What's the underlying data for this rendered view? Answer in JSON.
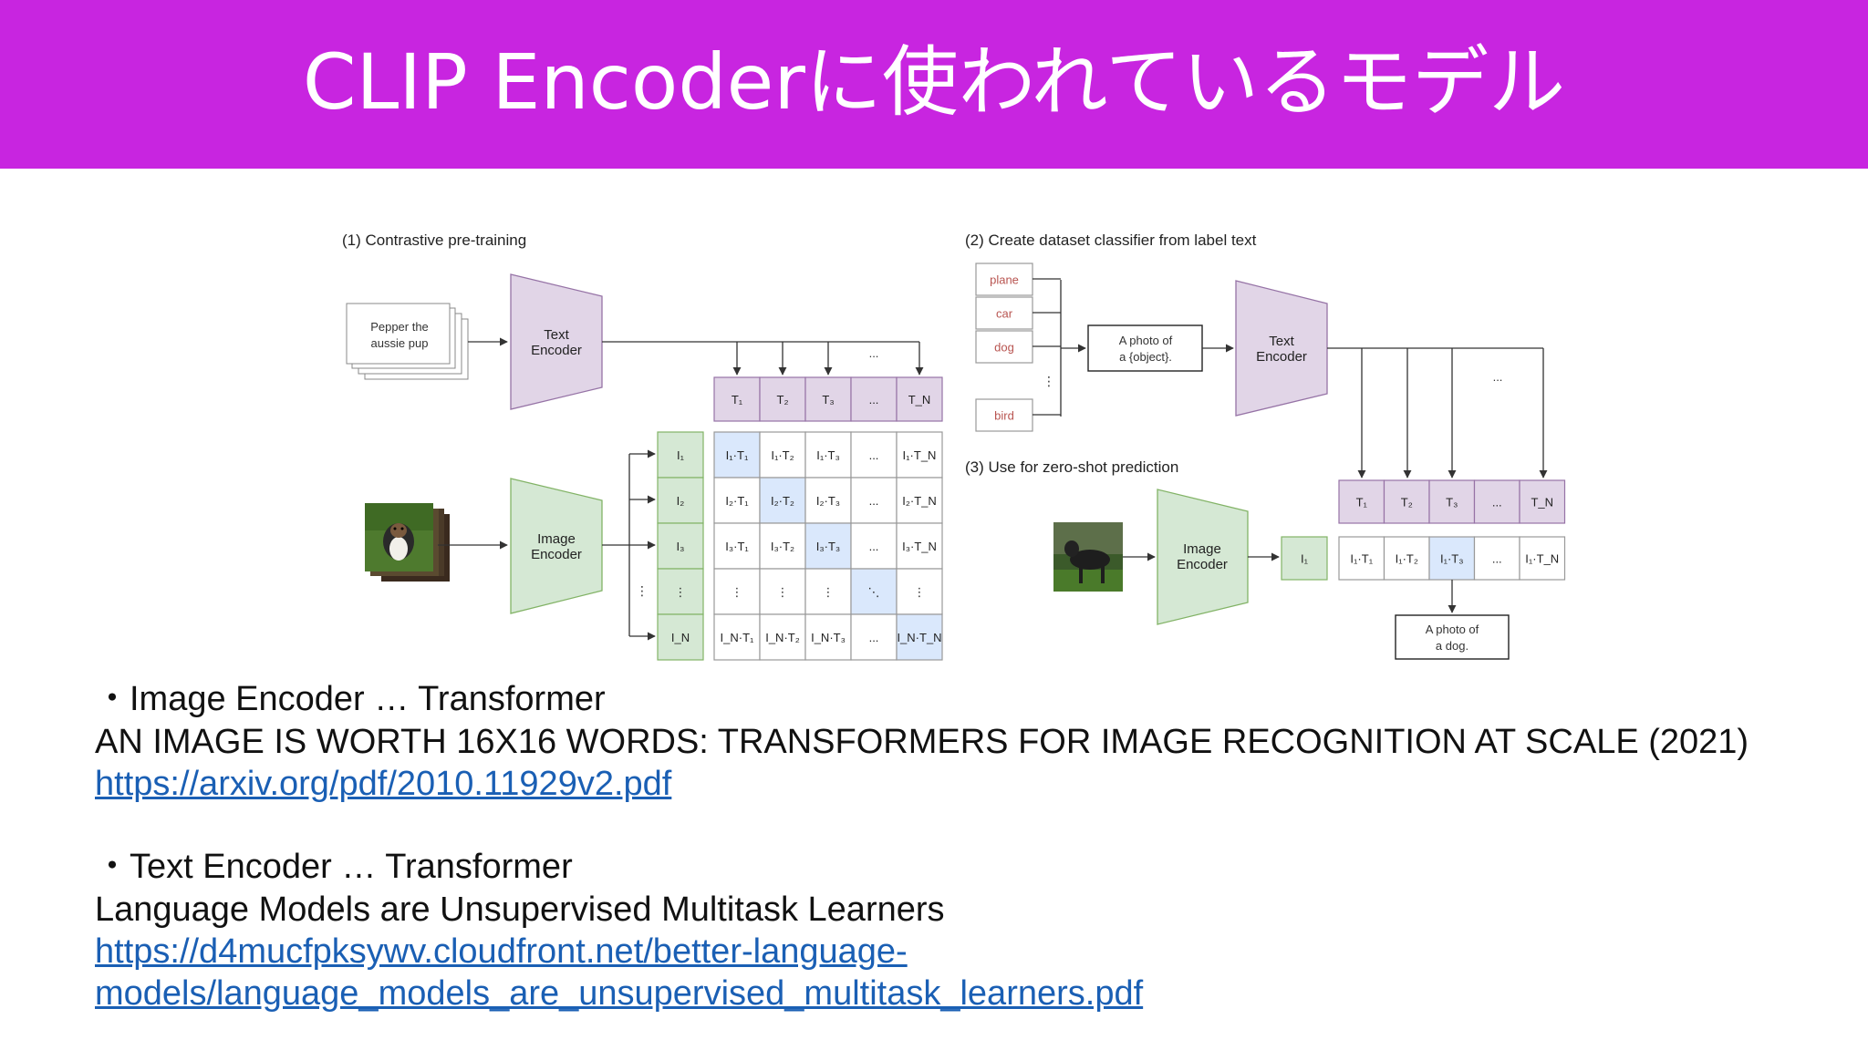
{
  "slide": {
    "title": "CLIP Encoderに使われているモデル"
  },
  "figure": {
    "panel1_label": "(1) Contrastive pre-training",
    "panel2_label": "(2) Create dataset classifier from label text",
    "panel3_label": "(3) Use for zero-shot prediction",
    "text_encoder": [
      "Text",
      "Encoder"
    ],
    "image_encoder": [
      "Image",
      "Encoder"
    ],
    "caption": [
      "Pepper the",
      "aussie pup"
    ],
    "labels": [
      "plane",
      "car",
      "dog",
      "bird"
    ],
    "template": [
      "A photo of",
      "a {object}."
    ],
    "prediction": [
      "A photo of",
      "a dog."
    ],
    "ellipsis": "...",
    "vdots": "⋮",
    "ddots": "⋱",
    "t_headers": [
      "T₁",
      "T₂",
      "T₃",
      "...",
      "T_N"
    ],
    "i_headers": [
      "I₁",
      "I₂",
      "I₃",
      "⋮",
      "I_N"
    ],
    "matrix": [
      [
        "I₁·T₁",
        "I₁·T₂",
        "I₁·T₃",
        "...",
        "I₁·T_N"
      ],
      [
        "I₂·T₁",
        "I₂·T₂",
        "I₂·T₃",
        "...",
        "I₂·T_N"
      ],
      [
        "I₃·T₁",
        "I₃·T₂",
        "I₃·T₃",
        "...",
        "I₃·T_N"
      ],
      [
        "⋮",
        "⋮",
        "⋮",
        "⋱",
        "⋮"
      ],
      [
        "I_N·T₁",
        "I_N·T₂",
        "I_N·T₃",
        "...",
        "I_N·T_N"
      ]
    ],
    "zs_i": "I₁",
    "zs_row": [
      "I₁·T₁",
      "I₁·T₂",
      "I₁·T₃",
      "...",
      "I₁·T_N"
    ],
    "colors": {
      "text_encoder_fill": "#e1d5e7",
      "image_encoder_fill": "#d5e8d4",
      "highlight_fill": "#dae8fc"
    }
  },
  "body": {
    "line1": "・Image Encoder … Transformer",
    "line2": "AN IMAGE IS WORTH 16X16 WORDS: TRANSFORMERS FOR IMAGE RECOGNITION AT SCALE (2021)",
    "link1": "https://arxiv.org/pdf/2010.11929v2.pdf",
    "line3": "・Text Encoder … Transformer",
    "line4": "Language Models are Unsupervised Multitask Learners",
    "link2a": "https://d4mucfpksywv.cloudfront.net/better-language-",
    "link2b": "models/language_models_are_unsupervised_multitask_learners.pdf"
  }
}
